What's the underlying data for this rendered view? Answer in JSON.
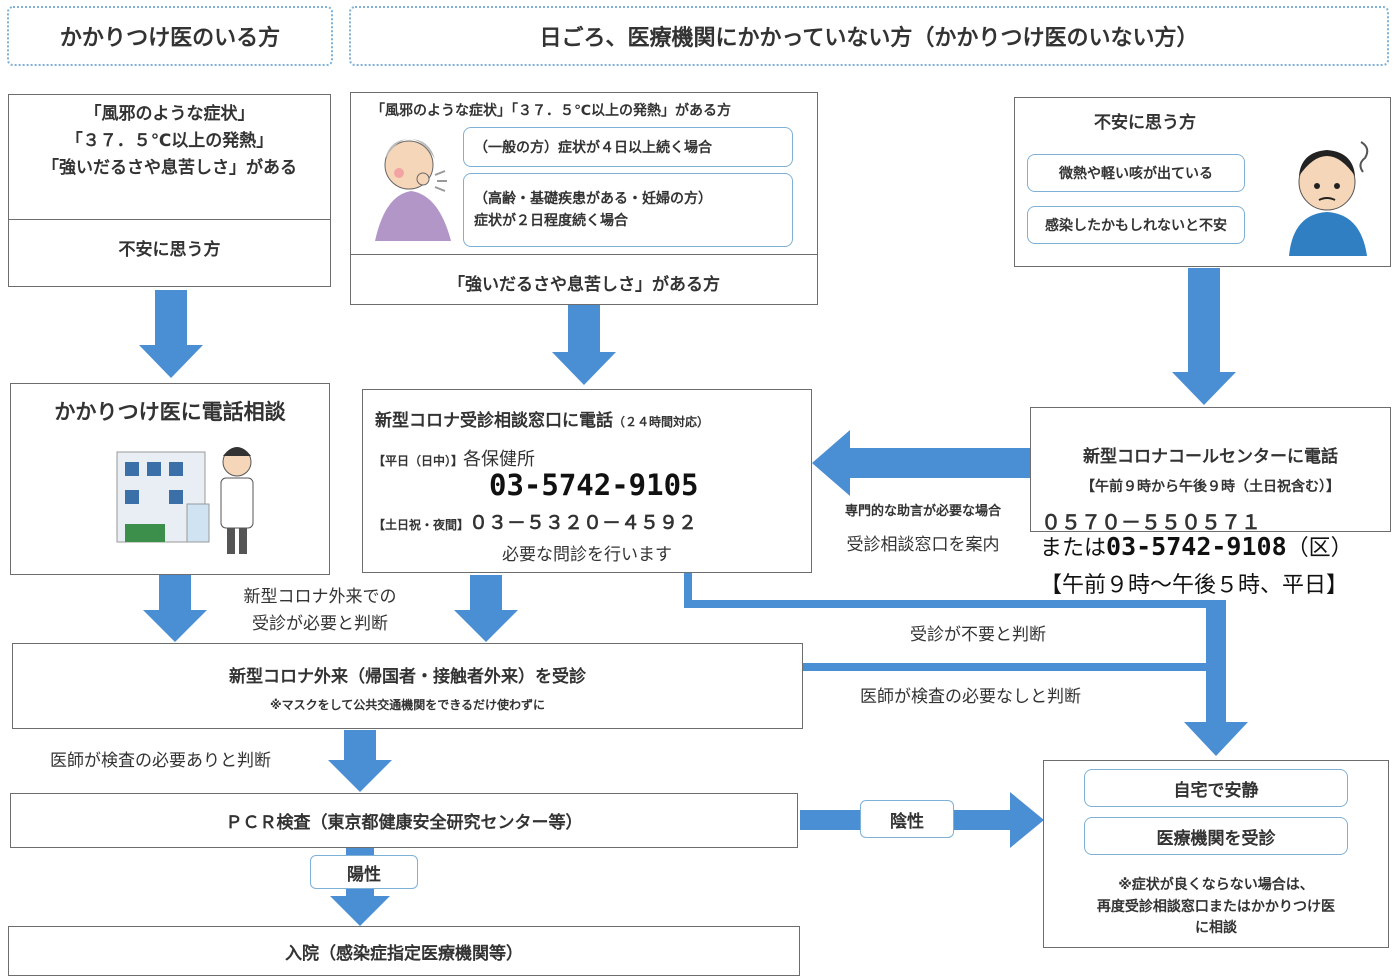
{
  "headers": {
    "with_doctor": "かかりつけ医のいる方",
    "without_doctor": "日ごろ、医療機関にかかっていない方（かかりつけ医のいない方）"
  },
  "col1": {
    "symptom_lines": [
      "「風邪のような症状」",
      "「３７．５℃以上の発熱」",
      "「強いだるさや息苦しさ」がある"
    ],
    "anxious": "不安に思う方",
    "consult_title": "かかりつけ医に電話相談"
  },
  "col2": {
    "top_line": "「風邪のような症状」「３７．５℃以上の発熱」がある方",
    "general": "（一般の方）症状が４日以上続く場合",
    "elderly_line1": "（高齢・基礎疾患がある・妊婦の方）",
    "elderly_line2": "症状が２日程度続く場合",
    "severe": "「強いだるさや息苦しさ」がある方",
    "call_title": "新型コロナ受診相談窓口に電話",
    "call_hours": "（２４時間対応）",
    "weekday_label": "【平日（日中）】",
    "weekday_org": "各保健所",
    "weekday_phone": "03-5742-9105",
    "holiday_label": "【土日祝・夜間】",
    "holiday_phone": "０３－５３２０－４５９２",
    "interview": "必要な問診を行います"
  },
  "col3": {
    "anxious": "不安に思う方",
    "item1": "微熱や軽い咳が出ている",
    "item2": "感染したかもしれないと不安",
    "call_title": "新型コロナコールセンターに電話",
    "call_hours": "【午前９時から午後９時（土日祝含む）】",
    "phone1": "０５７０－５５０５７１",
    "alt_prefix": "または",
    "alt_phone": "03-5742-9108",
    "alt_suffix": "（区）",
    "alt_hours": "【午前９時～午後５時、平日】"
  },
  "flow": {
    "referral_line1": "専門的な助言が必要な場合",
    "referral_line2": "受診相談窓口を案内",
    "outpatient_needed_line1": "新型コロナ外来での",
    "outpatient_needed_line2": "受診が必要と判断",
    "no_visit_needed": "受診が不要と判断",
    "no_test_needed": "医師が検査の必要なしと判断",
    "outpatient_title": "新型コロナ外来（帰国者・接触者外来）を受診",
    "outpatient_note": "※マスクをして公共交通機関をできるだけ使わずに",
    "test_needed": "医師が検査の必要ありと判断",
    "pcr": "ＰＣＲ検査（東京都健康安全研究センター等）",
    "negative": "陰性",
    "positive": "陽性",
    "hospital": "入院（感染症指定医療機関等）",
    "home_rest": "自宅で安静",
    "visit_clinic": "医療機関を受診",
    "home_note_line1": "※症状が良くならない場合は、",
    "home_note_line2": "再度受診相談窓口またはかかりつけ医",
    "home_note_line3": "に相談"
  },
  "colors": {
    "arrow": "#4a8fd4",
    "border": "#6d6d6d",
    "accent_border": "#7fb0d6"
  }
}
